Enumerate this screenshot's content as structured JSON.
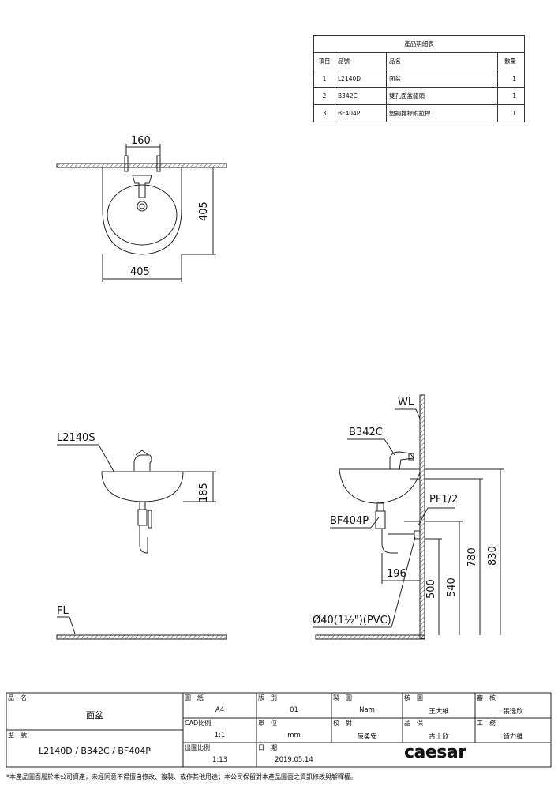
{
  "parts_table": {
    "caption": "產品明細表",
    "headers": [
      "項目",
      "品號",
      "品名",
      "數量"
    ],
    "rows": [
      [
        "1",
        "L2140D",
        "面盆",
        "1"
      ],
      [
        "2",
        "B342C",
        "雙孔面盆龍頭",
        "1"
      ],
      [
        "3",
        "BF404P",
        "塑鋼排桿附拉桿",
        "1"
      ]
    ]
  },
  "top_view": {
    "dim_faucet": "160",
    "dim_width": "405",
    "dim_depth": "405"
  },
  "front_view": {
    "model": "L2140S",
    "dim_height": "185",
    "floor": "FL"
  },
  "side_view": {
    "wall": "WL",
    "faucet": "B342C",
    "drain": "BF404P",
    "supply": "PF1/2",
    "dim_196": "196",
    "dim_500": "500",
    "dim_540": "540",
    "dim_780": "780",
    "dim_830": "830",
    "pipe": "Ø40(1½\")(PVC)"
  },
  "title_block": {
    "name_label": "品　名",
    "name_value": "面盆",
    "model_label": "型　號",
    "model_value": "L2140D / B342C / BF404P",
    "paper_label": "圖　紙",
    "paper_value": "A4",
    "cad_label": "CAD比例",
    "cad_value": "1:1",
    "out_label": "出圖比例",
    "out_value": "1:13",
    "cat_label": "版　別",
    "cat_value": "01",
    "unit_label": "單　位",
    "unit_value": "mm",
    "date_label": "日　期",
    "date_value": "2019.05.14",
    "draw_label": "製　圖",
    "draw_value": "Nam",
    "check_label": "校　對",
    "check_value": "陳柔安",
    "chart_label": "核　圖",
    "chart_value": "王大維",
    "qa_label": "品　保",
    "qa_value": "古士欣",
    "review_label": "審　核",
    "review_value": "張逸欣",
    "eng_label": "工　務",
    "eng_value": "錡力維",
    "logo": "caesar"
  },
  "footer": "*本產品圖面屬於本公司資產，未經同意不得擅自修改、複製、或作其他用途；本公司保留對本產品圖面之資訊修改與解釋權。"
}
